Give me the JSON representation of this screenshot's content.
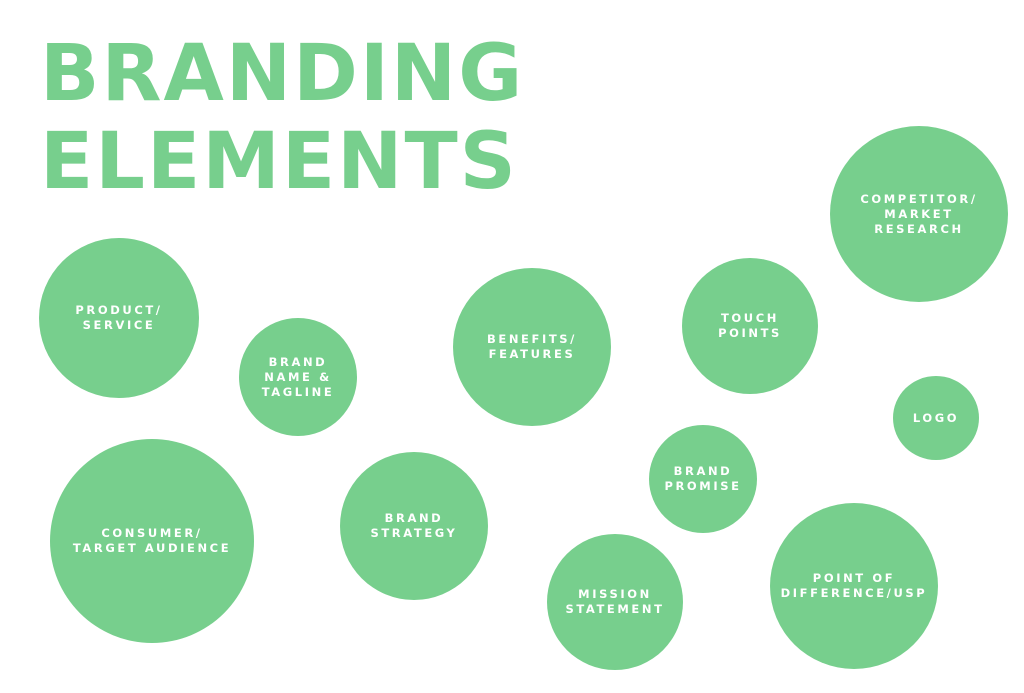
{
  "title": {
    "line1": "BRANDING",
    "line2": "ELEMENTS"
  },
  "colors": {
    "accent": "#77cf8d",
    "bubble_text": "#ffffff",
    "background": "#ffffff"
  },
  "bubbles": {
    "product_service": "PRODUCT/\nSERVICE",
    "brand_name_tagline": "BRAND\nNAME &\nTAGLINE",
    "benefits_features": "BENEFITS/\nFEATURES",
    "touch_points": "TOUCH\nPOINTS",
    "competitor_research": "COMPETITOR/\nMARKET\nRESEARCH",
    "logo": "LOGO",
    "brand_promise": "BRAND\nPROMISE",
    "consumer_target_audience": "CONSUMER/\nTARGET AUDIENCE",
    "brand_strategy": "BRAND\nSTRATEGY",
    "mission_statement": "MISSION\nSTATEMENT",
    "point_of_difference": "POINT OF\nDIFFERENCE/USP"
  }
}
